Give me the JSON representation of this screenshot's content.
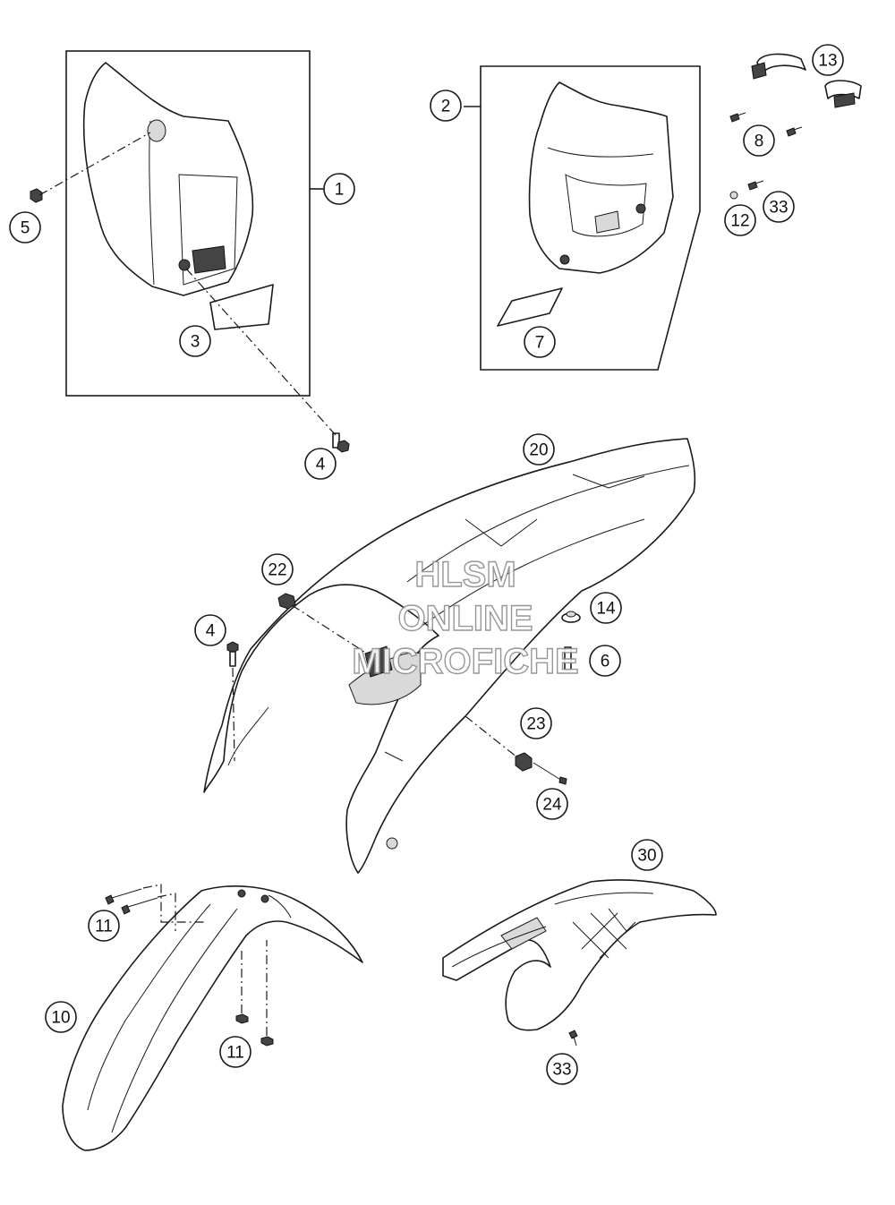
{
  "callouts": {
    "c1": "1",
    "c2": "2",
    "c3": "3",
    "c4a": "4",
    "c4b": "4",
    "c5": "5",
    "c6": "6",
    "c7": "7",
    "c8": "8",
    "c10": "10",
    "c11a": "11",
    "c11b": "11",
    "c12": "12",
    "c13": "13",
    "c14": "14",
    "c20": "20",
    "c22": "22",
    "c23": "23",
    "c24": "24",
    "c30": "30",
    "c33a": "33",
    "c33b": "33"
  },
  "watermark": {
    "line1": "HLSM",
    "line2": "ONLINE",
    "line3": "MICROFICHE"
  }
}
